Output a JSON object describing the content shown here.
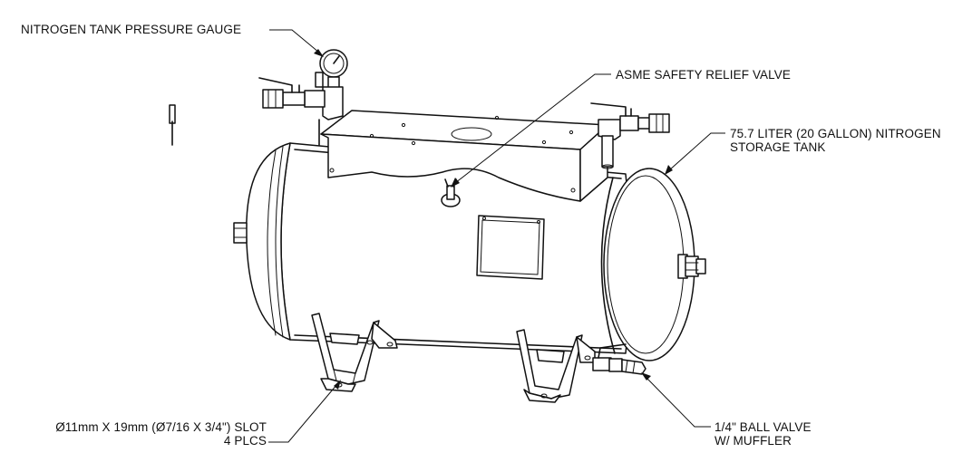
{
  "callouts": {
    "pressure_gauge": "NITROGEN TANK PRESSURE GAUGE",
    "safety_valve": "ASME SAFETY RELIEF VALVE",
    "storage_tank_line1": "75.7 LITER (20 GALLON) NITROGEN",
    "storage_tank_line2": "STORAGE TANK",
    "slot_line1": "Ø11mm X 19mm (Ø7/16 X 3/4\") SLOT",
    "slot_line2": "4 PLCS",
    "ball_valve_line1": "1/4\" BALL VALVE",
    "ball_valve_line2": "W/ MUFFLER"
  },
  "colors": {
    "line": "#111111",
    "background": "#ffffff"
  }
}
